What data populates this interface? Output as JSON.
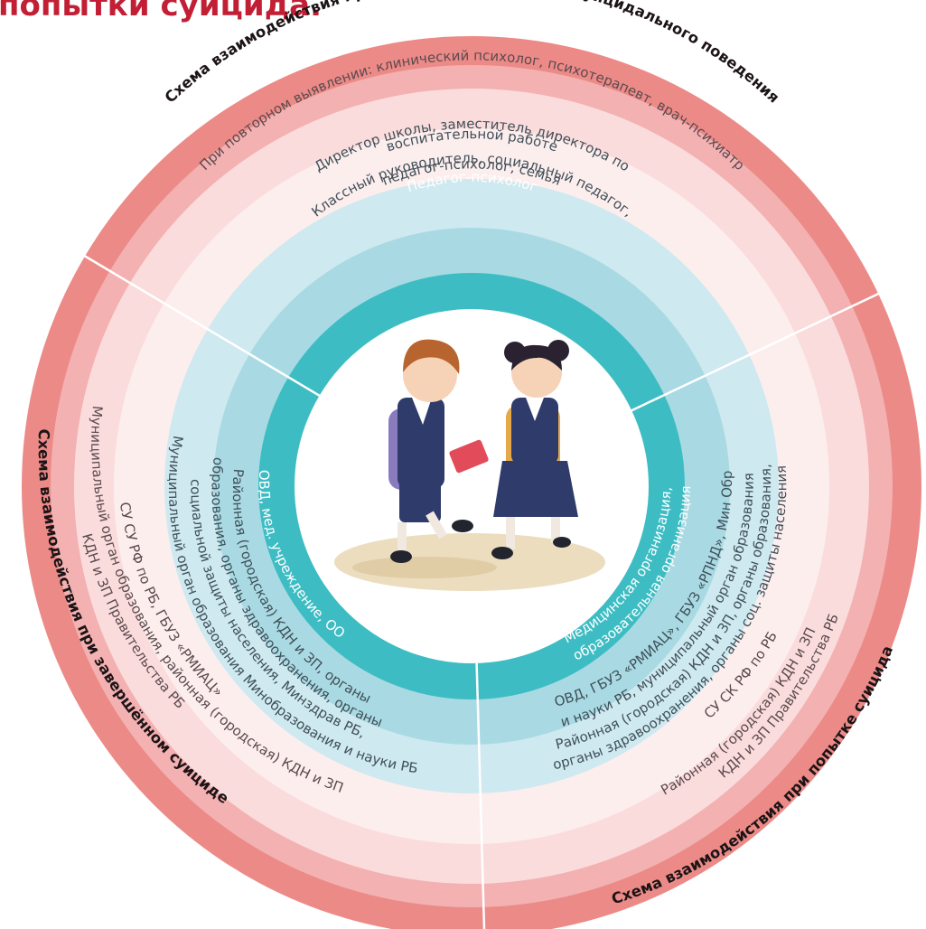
{
  "title": "попытки суицида.",
  "colors": {
    "ring_outer": "#ec8a87",
    "ring_2": "#f3b1b2",
    "ring_3": "#fbdcdc",
    "ring_4": "#fdeeee",
    "ring_5": "#cfe9f0",
    "ring_6": "#a9dae3",
    "ring_7": "#3dbdc3",
    "center": "#ffffff",
    "title": "#c21f35"
  },
  "sections": {
    "top": {
      "heading": "Схема взаимодействия при выявлении признаков суицидального поведения",
      "level1": "При повторном выявлении: клинический психолог, психотерапевт, врач-психиатр",
      "level2": "Директор школы, заместитель директора по",
      "level2b": "воспитательной работе",
      "level3": "Классный руководитель, социальный педагог,",
      "level3b": "педагог-психолог, семья",
      "level4": "Педагог-психолог"
    },
    "left": {
      "heading": "Схема взаимодействия при завершённом суициде",
      "level1a": "КДН и ЗП Правительства РБ",
      "level1b": "Муниципальный орган образования, районная (городская) КДН и ЗП",
      "level2": "СУ СУ РФ по РБ, ГБУЗ «РМИАЦ»",
      "level3a": "Муниципальный орган образования Минобразования и науки РБ",
      "level3b": "социальной защиты населения, Минздрав РБ,",
      "level3c": "образования, органы здравоохранения, органы",
      "level3d": "Районная (городская) КДН и ЗП, органы",
      "level4": "ОВД, мед. учреждение, ОО"
    },
    "right": {
      "heading": "Схема взаимодействия при попытке суицида",
      "level1a": "КДН и ЗП Правительства РБ",
      "level1b": "Районная (городская) КДН и ЗП",
      "level2": "СУ СК РФ по РБ",
      "level3a": "органы здравоохранения, органы соц. защиты населения",
      "level3b": "Районная (городская) КДН и ЗП, органы образования,",
      "level3c": "и науки РБ, муниципальный орган образования",
      "level3d": "ОВД, ГБУЗ «РМИАЦ», ГБУЗ «РПНД», Мин Обр",
      "level4a": "образовательная организация",
      "level4b": "Медицинская организация,"
    }
  }
}
